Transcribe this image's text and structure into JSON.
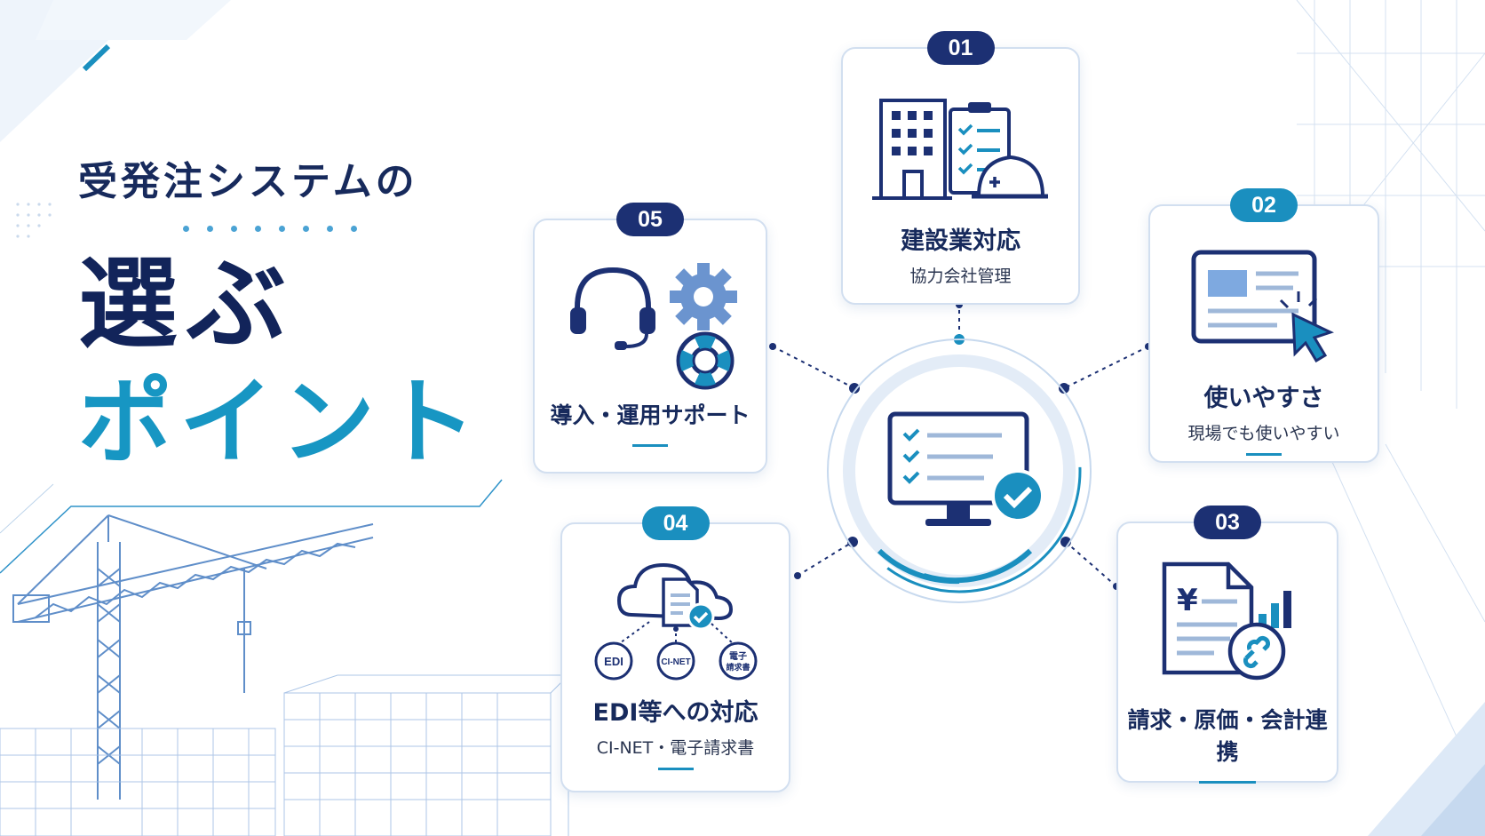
{
  "headline": {
    "line1": "受発注システムの",
    "line2": "選ぶ",
    "line3": "ポイント"
  },
  "points": [
    {
      "number": "01",
      "title": "建設業対応",
      "subtitle": "協力会社管理",
      "icon": "building-checklist-hardhat-icon"
    },
    {
      "number": "02",
      "title": "使いやすさ",
      "subtitle": "現場でも使いやすい",
      "icon": "screen-cursor-icon"
    },
    {
      "number": "03",
      "title": "請求・原価・会計連携",
      "subtitle": "",
      "icon": "invoice-yen-link-icon"
    },
    {
      "number": "04",
      "title": "EDI等への対応",
      "subtitle": "CI-NET・電子請求書",
      "icon": "cloud-document-icon",
      "nodes": [
        "EDI",
        "CI-NET",
        "電子",
        "請求書"
      ]
    },
    {
      "number": "05",
      "title": "導入・運用サポート",
      "subtitle": "",
      "icon": "headset-gear-lifebuoy-icon"
    }
  ],
  "colors": {
    "navy": "#1c3073",
    "teal": "#1a8fbf",
    "accent": "#4ba3d4"
  }
}
